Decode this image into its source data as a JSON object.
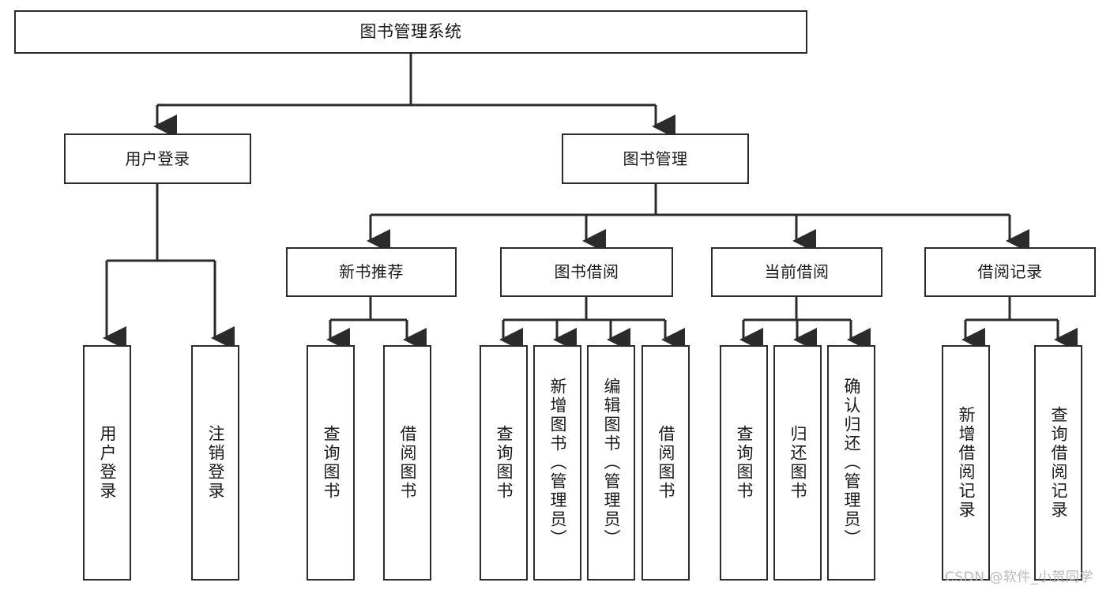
{
  "diagram": {
    "type": "tree-hierarchy",
    "title": "图书管理系统",
    "watermark": "CSDN @软件_小贺同学",
    "colors": {
      "box_border": "#2b2b2b",
      "box_fill": "#ffffff",
      "connector": "#2b2b2b",
      "text": "#1a1a1a",
      "watermark": "#b9b9b9",
      "background": "#ffffff"
    },
    "nodes": {
      "root": {
        "label": "图书管理系统"
      },
      "level2": [
        {
          "id": "user-login",
          "label": "用户登录"
        },
        {
          "id": "book-manage",
          "label": "图书管理"
        }
      ],
      "level3": [
        {
          "id": "new-book-recommend",
          "label": "新书推荐"
        },
        {
          "id": "book-borrow",
          "label": "图书借阅"
        },
        {
          "id": "current-borrow",
          "label": "当前借阅"
        },
        {
          "id": "borrow-record",
          "label": "借阅记录"
        }
      ],
      "leaves": [
        {
          "id": "leaf-user-login",
          "label": "用户登录",
          "parent": "user-login"
        },
        {
          "id": "leaf-user-logout",
          "label": "注销登录",
          "parent": "user-login"
        },
        {
          "id": "leaf-query-book-1",
          "label": "查询图书",
          "parent": "new-book-recommend"
        },
        {
          "id": "leaf-borrow-book-1",
          "label": "借阅图书",
          "parent": "new-book-recommend"
        },
        {
          "id": "leaf-query-book-2",
          "label": "查询图书",
          "parent": "book-borrow"
        },
        {
          "id": "leaf-add-book",
          "label": "新增图书（管理员）",
          "parent": "book-borrow"
        },
        {
          "id": "leaf-edit-book",
          "label": "编辑图书（管理员）",
          "parent": "book-borrow"
        },
        {
          "id": "leaf-borrow-book-2",
          "label": "借阅图书",
          "parent": "book-borrow"
        },
        {
          "id": "leaf-query-book-3",
          "label": "查询图书",
          "parent": "current-borrow"
        },
        {
          "id": "leaf-return-book",
          "label": "归还图书",
          "parent": "current-borrow"
        },
        {
          "id": "leaf-confirm-return",
          "label": "确认归还（管理员）",
          "parent": "current-borrow"
        },
        {
          "id": "leaf-add-record",
          "label": "新增借阅记录",
          "parent": "borrow-record"
        },
        {
          "id": "leaf-query-record",
          "label": "查询借阅记录",
          "parent": "borrow-record"
        }
      ]
    }
  }
}
